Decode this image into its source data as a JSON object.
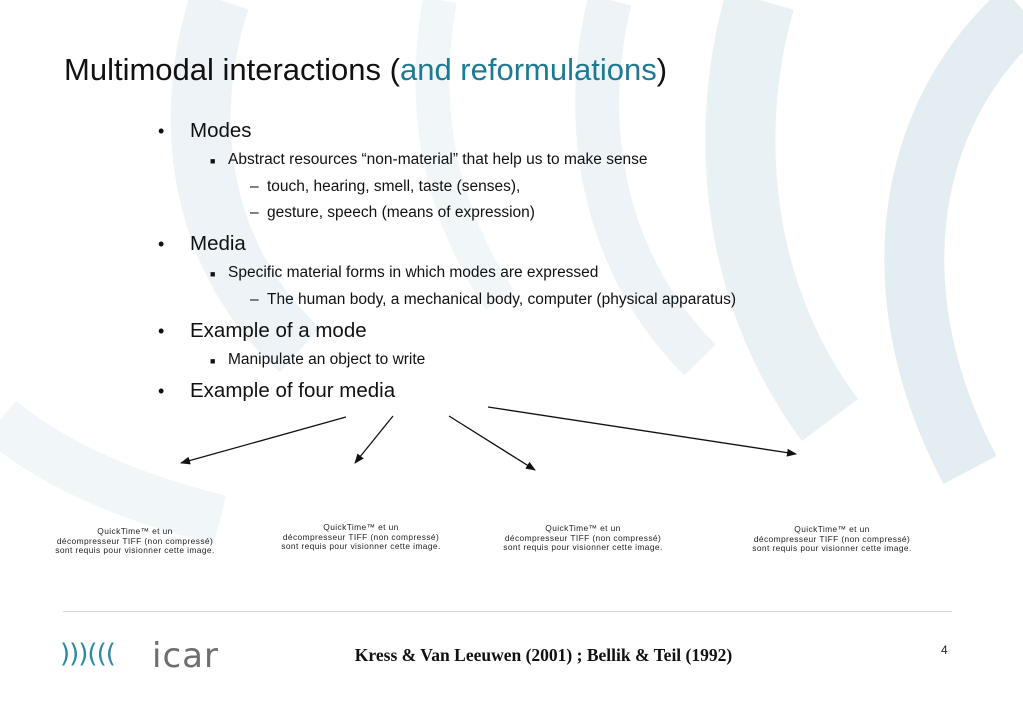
{
  "slide": {
    "title_main": "Multimodal interactions (",
    "title_accent": "and reformulations",
    "title_close": ")",
    "outline": [
      {
        "level": 1,
        "bullet": "•",
        "text": "Modes"
      },
      {
        "level": 2,
        "bullet": "■",
        "text": "Abstract resources “non-material” that help us to make sense"
      },
      {
        "level": 3,
        "bullet": "–",
        "text": "touch, hearing, smell, taste (senses),"
      },
      {
        "level": 3,
        "bullet": "–",
        "text": "gesture, speech (means of expression)"
      },
      {
        "level": 1,
        "bullet": "•",
        "text": "Media"
      },
      {
        "level": 2,
        "bullet": "■",
        "text": "Specific material forms in which modes are expressed"
      },
      {
        "level": 3,
        "bullet": "–",
        "text": "The human body, a mechanical body, computer (physical apparatus)"
      },
      {
        "level": 1,
        "bullet": "•",
        "text": "Example of a mode"
      },
      {
        "level": 2,
        "bullet": "■",
        "text": "Manipulate an object to write"
      },
      {
        "level": 1,
        "bullet": "•",
        "text": "Example of four media"
      }
    ],
    "placeholders": [
      {
        "line1": "QuickTime™ et un",
        "line2": "décompresseur TIFF (non compressé)",
        "line3": "sont requis pour visionner cette image."
      },
      {
        "line1": "QuickTime™ et un",
        "line2": "décompresseur TIFF (non compressé)",
        "line3": "sont requis pour visionner cette image."
      },
      {
        "line1": "QuickTime™ et un",
        "line2": "décompresseur TIFF (non compressé)",
        "line3": "sont requis pour visionner cette image."
      },
      {
        "line1": "QuickTime™ et un",
        "line2": "décompresseur TIFF (non compressé)",
        "line3": "sont requis pour visionner cette image."
      }
    ]
  },
  "footer": {
    "logo_marks": ")))((( ",
    "logo_text": "icar",
    "reference": "Kress & Van Leeuwen (2001) ; Bellik & Teil (1992)",
    "page_number": "4"
  },
  "colors": {
    "accent": "#1e7a93",
    "logo_marks": "#2a8aa3",
    "background_swirl": "#e9f1f4"
  },
  "icons": {
    "arrow": "arrow-icon",
    "level1_bullet": "round-bullet",
    "level2_bullet": "square-bullet",
    "level3_bullet": "dash-bullet"
  }
}
